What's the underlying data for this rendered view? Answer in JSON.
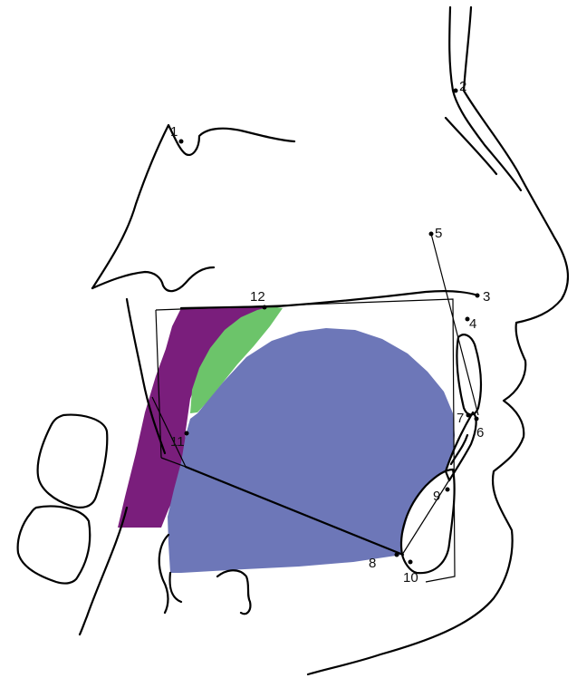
{
  "colors": {
    "outline": "#000000",
    "purple_region": "#7a1e7c",
    "green_region": "#6cc46a",
    "blue_region": "#6d77b8",
    "background": "#ffffff"
  },
  "landmarks": [
    {
      "id": "1",
      "label": "1"
    },
    {
      "id": "2",
      "label": "2"
    },
    {
      "id": "3",
      "label": "3"
    },
    {
      "id": "4",
      "label": "4"
    },
    {
      "id": "5",
      "label": "5"
    },
    {
      "id": "6",
      "label": "6"
    },
    {
      "id": "7",
      "label": "7"
    },
    {
      "id": "8",
      "label": "8"
    },
    {
      "id": "9",
      "label": "9"
    },
    {
      "id": "10",
      "label": "10"
    },
    {
      "id": "11",
      "label": "11"
    },
    {
      "id": "12",
      "label": "12"
    }
  ]
}
